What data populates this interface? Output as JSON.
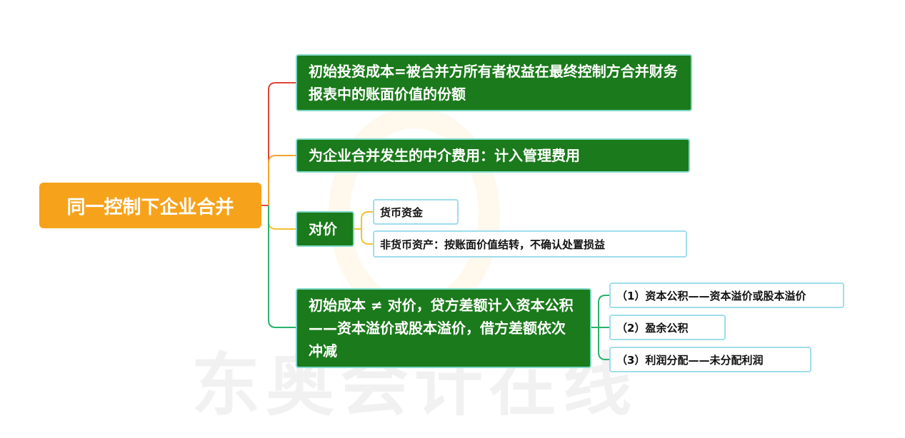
{
  "watermark": "东奥会计在线",
  "root": {
    "label": "同一控制下企业合并"
  },
  "branches": [
    {
      "label": "初始投资成本=被合并方所有者权益在最终控制方合并财务报表中的账面价值的份额"
    },
    {
      "label": "为企业合并发生的中介费用：计入管理费用"
    },
    {
      "label": "对价",
      "children": [
        {
          "label": "货币资金"
        },
        {
          "label": "非货币资产：按账面价值结转，不确认处置损益"
        }
      ]
    },
    {
      "label": "初始成本 ≠ 对价，贷方差额计入资本公积——资本溢价或股本溢价，借方差额依次冲减",
      "children": [
        {
          "label": "（1）资本公积——资本溢价或股本溢价"
        },
        {
          "label": "（2）盈余公积"
        },
        {
          "label": "（3）利润分配——未分配利润"
        }
      ]
    }
  ],
  "colors": {
    "root_fill": "#f7a21b",
    "branch_fill": "#1b7a1b",
    "branch_border": "#7fd9c9",
    "leaf_border": "#9fdcec",
    "line_red": "#e0453a",
    "line_orange": "#f5a332",
    "line_yellow": "#f2c232",
    "line_green": "#27b36a"
  }
}
